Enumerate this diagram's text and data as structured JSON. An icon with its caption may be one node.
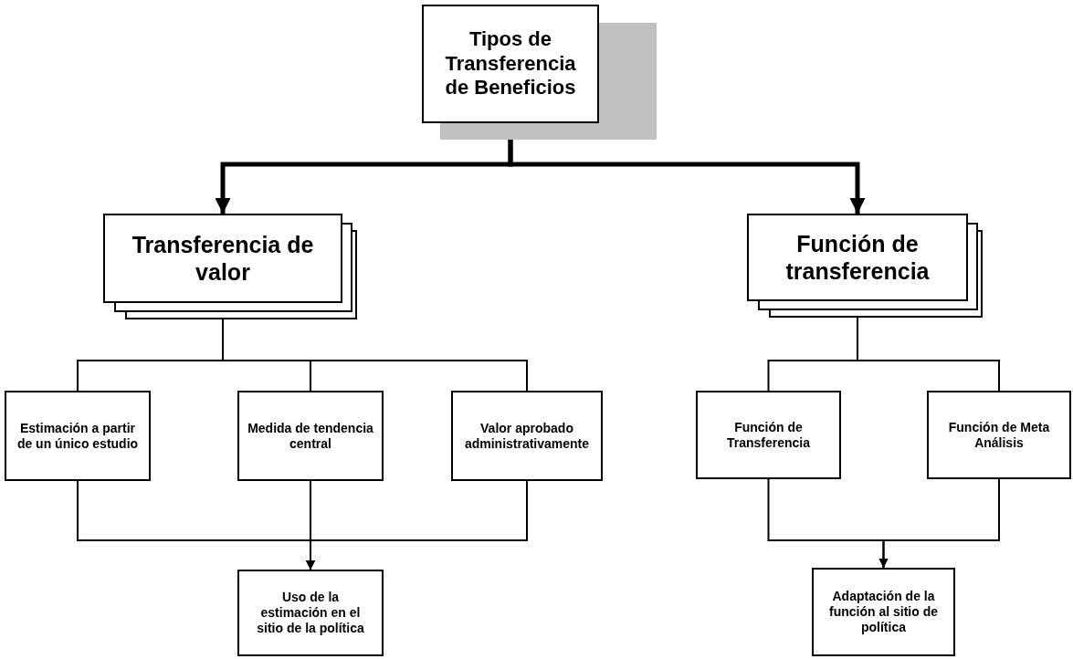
{
  "diagram": {
    "nodes": [
      {
        "text": [
          "Tipos de Transferencia de Beneficios"
        ]
      },
      {
        "text": [
          "Transferencia de valor"
        ]
      },
      {
        "text": [
          "Función de transferencia"
        ]
      },
      {
        "text": [
          "Estimación a partir de un único estudio"
        ]
      },
      {
        "text": [
          "Medida de tendencia central"
        ]
      },
      {
        "text": [
          "Valor aprobado administrativamente"
        ]
      },
      {
        "text": [
          "Uso de la estimación en el sitio de la política"
        ]
      },
      {
        "text": [
          "Función de Transferencia"
        ]
      },
      {
        "text": [
          "Función de Meta Análisis"
        ]
      },
      {
        "text": [
          "Adaptación de la función al sitio de política"
        ]
      }
    ],
    "edges": [
      {
        "from": 0,
        "to": 1,
        "arrow": "to",
        "style": "thick"
      },
      {
        "from": 0,
        "to": 2,
        "arrow": "to",
        "style": "thick"
      },
      {
        "from": 1,
        "to": 3,
        "arrow": "none"
      },
      {
        "from": 1,
        "to": 4,
        "arrow": "none"
      },
      {
        "from": 1,
        "to": 5,
        "arrow": "none"
      },
      {
        "from": 2,
        "to": 7,
        "arrow": "none"
      },
      {
        "from": 2,
        "to": 8,
        "arrow": "none"
      },
      {
        "from": 3,
        "to": 6,
        "arrow": "to"
      },
      {
        "from": 4,
        "to": 6,
        "arrow": "to"
      },
      {
        "from": 5,
        "to": 6,
        "arrow": "to"
      },
      {
        "from": 7,
        "to": 9,
        "arrow": "to"
      },
      {
        "from": 8,
        "to": 9,
        "arrow": "to"
      }
    ]
  }
}
